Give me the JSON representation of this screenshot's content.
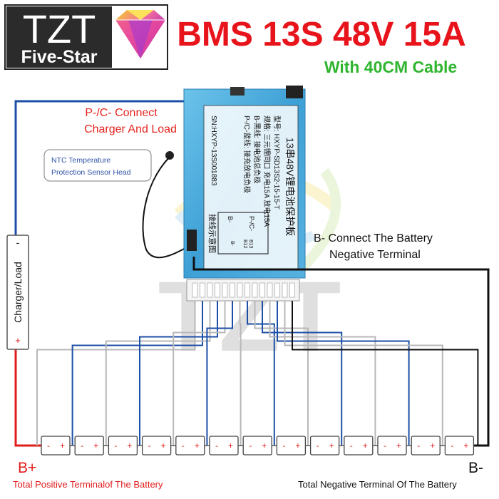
{
  "brand": {
    "logo_text": "TZT",
    "logo_subtext": "Five-Star",
    "watermark": "TZT"
  },
  "header": {
    "title": "BMS 13S 48V 15A",
    "subtitle": "With 40CM Cable"
  },
  "board": {
    "lines": [
      "13串48V锂电池保护板",
      "型号: HXYP-SD13S2-15-15-T",
      "规格: 三元锂同口 充电15A 放电15A",
      "B-黑线: 接电池总负极",
      "P-/C-蓝线: 接充放电负极"
    ],
    "serial": "SN:HXYP-13S001883",
    "wiring_title": "接线示意图",
    "pad_labels": [
      "P-/C-",
      "B-",
      "B13",
      "B12",
      "B-"
    ]
  },
  "labels": {
    "pc_connect": "P-/C- Connect",
    "pc_connect_2": "Charger And Load",
    "ntc": "NTC Temperature",
    "ntc_2": "Protection Sensor Head",
    "bminus_connect": "B- Connect The Battery",
    "bminus_connect_2": "Negative Terminal",
    "charger_load": "Charger/Load",
    "minus_sign": "-",
    "plus_sign": "+",
    "bplus": "B+",
    "bminus": "B-",
    "total_positive": "Total Positive Terminalof The Battery",
    "total_negative": "Total Negative Terminal Of The Battery"
  },
  "battery": {
    "cell_count": 13,
    "cell_polarity": [
      "-",
      "+"
    ]
  },
  "colors": {
    "title_red": "#e8141c",
    "subtitle_green": "#2fb52f",
    "label_red": "#e4241f",
    "label_blue": "#2f52a6",
    "wire_blue": "#1d4fa6",
    "wire_red": "#e21b1b",
    "wire_black": "#111111",
    "wire_gray": "#b8b8b8",
    "board_blue": "#4aa9d8"
  }
}
